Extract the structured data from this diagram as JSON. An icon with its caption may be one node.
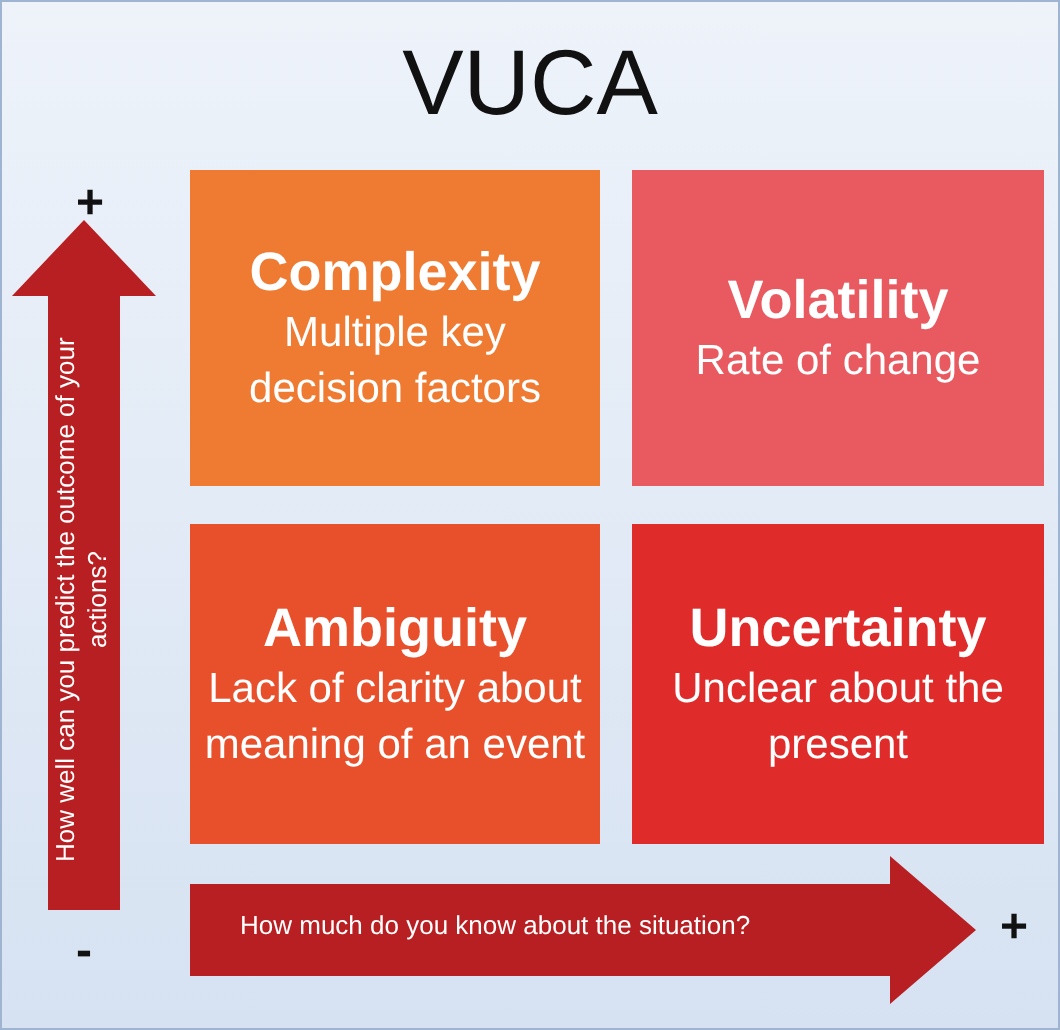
{
  "diagram": {
    "title": "VUCA",
    "nodes": [
      {
        "text": [
          "Complexity",
          "Multiple key decision factors"
        ]
      },
      {
        "text": [
          "Volatility",
          "Rate of change"
        ]
      },
      {
        "text": [
          "Ambiguity",
          "Lack of clarity about meaning of an event"
        ]
      },
      {
        "text": [
          "Uncertainty",
          "Unclear about the present"
        ]
      }
    ],
    "edges": [],
    "labels": [
      "+",
      "How well can you predict the outcome of your actions?",
      "-",
      "How much do you know about the situation?",
      "+"
    ]
  }
}
